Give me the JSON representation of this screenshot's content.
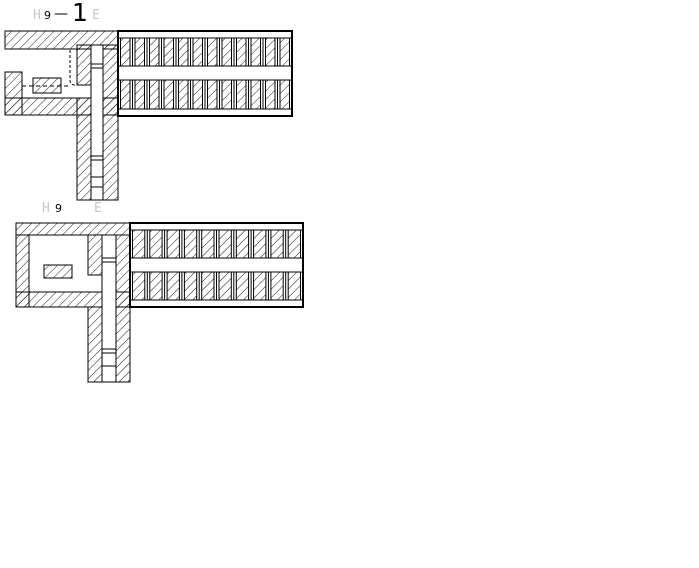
{
  "labels": {
    "plan1_code": "9",
    "plan1_dash": "—",
    "plan1_num": "1",
    "plan2_code": "9",
    "ghost_marks": [
      "H",
      "E",
      "H",
      "E"
    ]
  },
  "colors": {
    "line": "#000000",
    "hatch": "#000000",
    "ghost": "#c8c8c8",
    "background": "#ffffff"
  },
  "plan1": {
    "room_columns": 12,
    "room_rows": 2
  },
  "plan2": {
    "room_columns": 10,
    "room_rows": 2
  }
}
